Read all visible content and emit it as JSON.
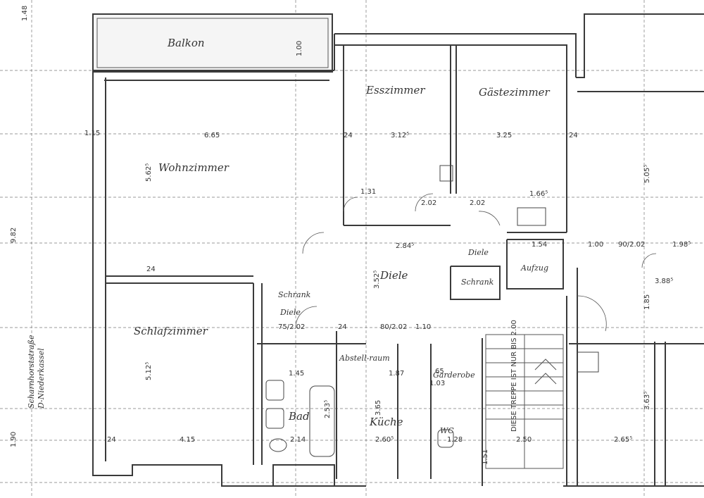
{
  "rooms": {
    "balkon": "Balkon",
    "esszimmer": "Esszimmer",
    "gaestezimmer": "Gästezimmer",
    "wohnzimmer": "Wohnzimmer",
    "schlafzimmer": "Schlafzimmer",
    "diele_main": "Diele",
    "diele_small": "Diele",
    "diele_left": "Diele",
    "aufzug": "Aufzug",
    "schrank": "Schrank",
    "bad": "Bad",
    "kueche": "Küche",
    "garderobe": "Garderobe",
    "wc": "WC",
    "abstell": "Abstell-raum",
    "schrank_left": "Schrank"
  },
  "street": {
    "line1": "Scharnhorststraße",
    "line2": "D-Niederkassel"
  },
  "dimensions": {
    "d_665": "6.65",
    "d_312": "3.12⁵",
    "d_325": "3.25",
    "d_562": "5.62⁵",
    "d_284": "2.84⁵",
    "d_352": "3.52⁵",
    "d_512": "5.12⁵",
    "d_415": "4.15",
    "d_214": "2.14",
    "d_260": "2.60⁵",
    "d_250": "2.50",
    "d_265": "2.65⁵",
    "d_365": "3.65",
    "d_166": "1.66⁵",
    "d_154": "1.54",
    "d_198": "1.98⁵",
    "d_388": "3.88⁵",
    "d_505": "5.05⁵",
    "d_982": "9.82",
    "d_190": "1.90",
    "d_145": "1.45",
    "d_187": "1.87",
    "d_131": "1.31",
    "d_202a": "2.02",
    "d_202b": "2.02",
    "d_110": "1.10",
    "d_100": "1.00",
    "d_128": "1.28",
    "d_103": "1.03",
    "d_185": "1.85",
    "d_363": "3.63⁵",
    "d_24a": "24",
    "d_24b": "24",
    "d_24c": "24",
    "d_24d": "24",
    "d_24e": "24",
    "d_148": "1.48",
    "d_100b": "1.00",
    "d_9020": "90/2.02",
    "d_8020": "80/2.02",
    "d_7520": "75/2.02",
    "d_6520": "65",
    "d_115": "1.15",
    "d_253": "2.53⁵",
    "d_151": "1.51"
  },
  "notes": {
    "stairs": "DIESE TREPPE IST NUR BIS 2.00"
  }
}
